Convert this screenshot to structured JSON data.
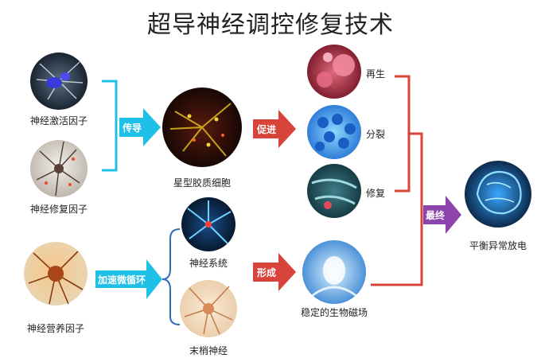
{
  "title": "超导神经调控修复技术",
  "nodes": {
    "activation": "神经激活因子",
    "repair_factor": "神经修复因子",
    "nutrition": "神经营养因子",
    "astrocyte": "星型胶质细胞",
    "nervous_system": "神经系统",
    "peripheral": "末梢神经",
    "regen": "再生",
    "split": "分裂",
    "repair": "修复",
    "biofield": "稳定的生物磁场",
    "brain": "平衡异常放电"
  },
  "arrows": {
    "conduct": "传导",
    "promote": "促进",
    "circulation": "加速微循环",
    "form": "形成",
    "final": "最终"
  },
  "colors": {
    "cyan": "#1fc0e8",
    "red": "#d8443a",
    "purple": "#8e44ad"
  }
}
